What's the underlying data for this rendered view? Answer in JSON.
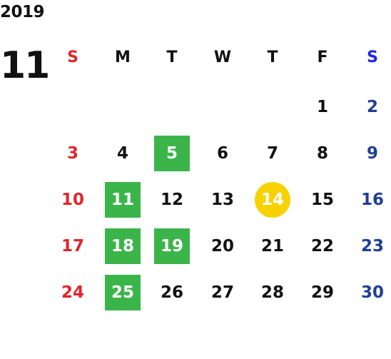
{
  "calendar": {
    "year": "2019",
    "month": "11",
    "weekdays": [
      "S",
      "M",
      "T",
      "W",
      "T",
      "F",
      "S"
    ],
    "weeks": [
      [
        "",
        "",
        "",
        "",
        "",
        "1",
        "2"
      ],
      [
        "3",
        "4",
        "5",
        "6",
        "7",
        "8",
        "9"
      ],
      [
        "10",
        "11",
        "12",
        "13",
        "14",
        "15",
        "16"
      ],
      [
        "17",
        "18",
        "19",
        "20",
        "21",
        "22",
        "23"
      ],
      [
        "24",
        "25",
        "26",
        "27",
        "28",
        "29",
        "30"
      ]
    ],
    "highlighted_days": [
      "5",
      "11",
      "18",
      "19",
      "25"
    ],
    "today": "14"
  },
  "colors": {
    "sunday": "#e0252b",
    "saturday": "#1e3f94",
    "saturday_header": "#1f24e6",
    "highlight": "#3bb54a",
    "today": "#f7d200"
  }
}
